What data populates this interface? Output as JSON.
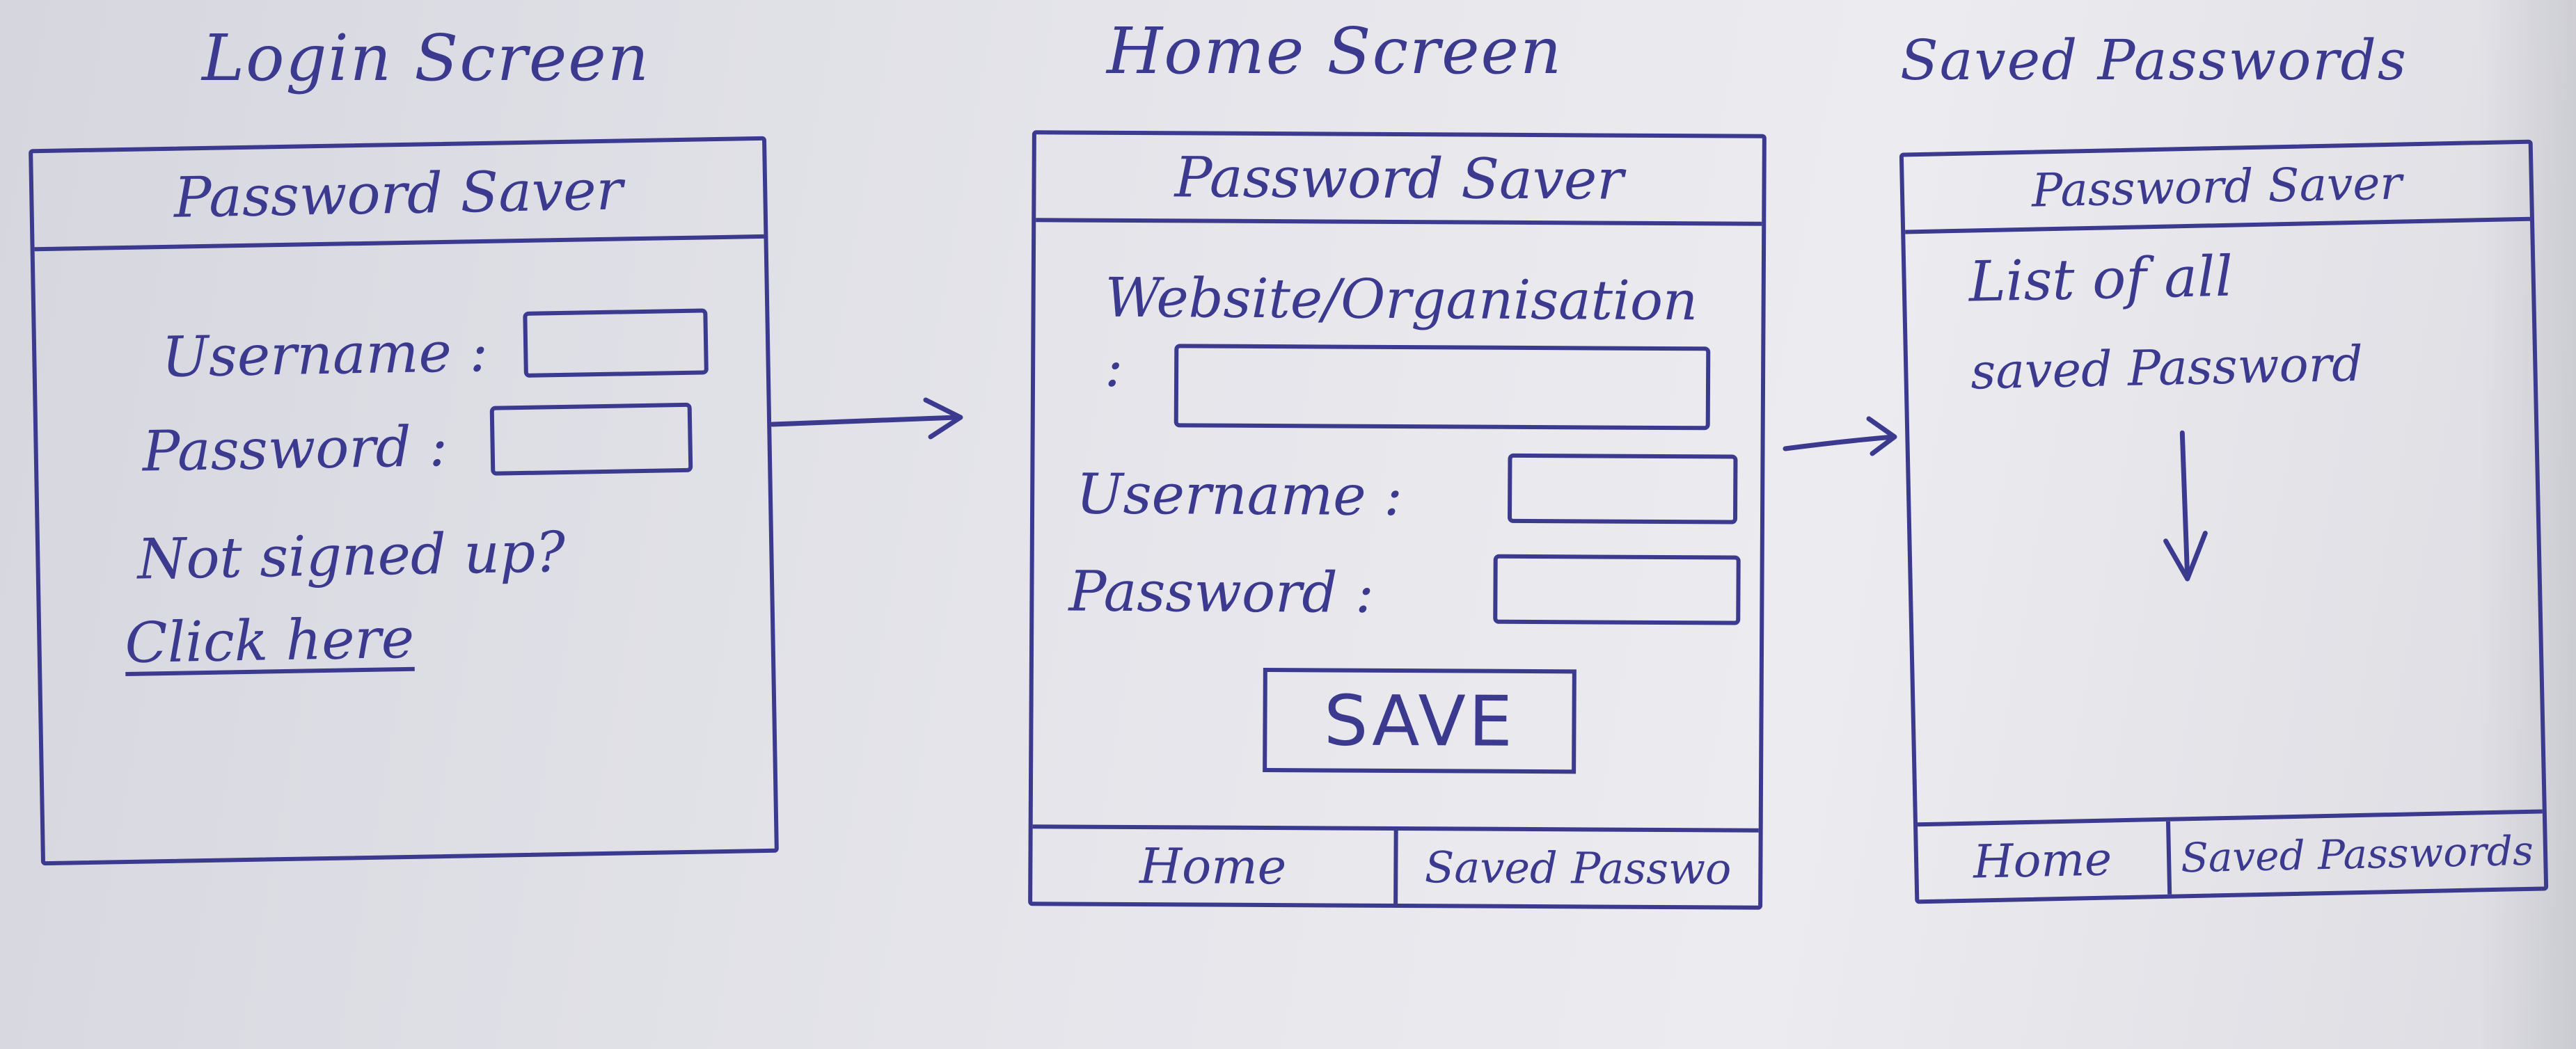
{
  "titles": {
    "login": "Login Screen",
    "home": "Home Screen",
    "saved": "Saved Passwords"
  },
  "app_name": "Password Saver",
  "login": {
    "username_label": "Username :",
    "password_label": "Password :",
    "signup_prompt": "Not signed up?",
    "signup_link": "Click here"
  },
  "home": {
    "website_label": "Website/Organisation",
    "website_colon": ":",
    "username_label": "Username :",
    "password_label": "Password :",
    "save_button": "SAVE"
  },
  "saved": {
    "list_line1": "List of all",
    "list_line2": "saved Password"
  },
  "nav": {
    "home": "Home",
    "saved_passwords": "Saved Passwords",
    "saved_passwords_short": "Saved Passwo"
  }
}
